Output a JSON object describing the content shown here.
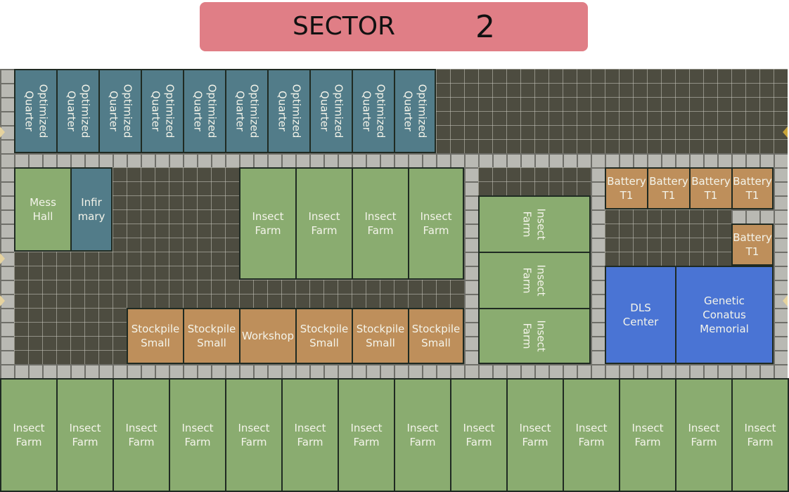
{
  "header": {
    "label": "SECTOR",
    "number": "2",
    "color": "#e07e86"
  },
  "colors": {
    "floor": "#4d4c40",
    "corridor": "#b9b9b3",
    "farm": "#8aac70",
    "quarters": "#527c89",
    "storage": "#be8f5b",
    "special": "#4a74d4"
  },
  "rooms": {
    "quarters": [
      "Optimized\nQuarter",
      "Optimized\nQuarter",
      "Optimized\nQuarter",
      "Optimized\nQuarter",
      "Optimized\nQuarter",
      "Optimized\nQuarter",
      "Optimized\nQuarter",
      "Optimized\nQuarter",
      "Optimized\nQuarter",
      "Optimized\nQuarter"
    ],
    "mess_hall": "Mess\nHall",
    "infirmary": "Infir\nmary",
    "mid_farms": [
      "Insect\nFarm",
      "Insect\nFarm",
      "Insect\nFarm",
      "Insect\nFarm"
    ],
    "side_farms": [
      "Insect\nFarm",
      "Insect\nFarm",
      "Insect\nFarm"
    ],
    "storage_row": [
      "Stockpile\nSmall",
      "Stockpile\nSmall",
      "Workshop",
      "Stockpile\nSmall",
      "Stockpile\nSmall",
      "Stockpile\nSmall"
    ],
    "batteries": [
      "Battery\nT1",
      "Battery\nT1",
      "Battery\nT1",
      "Battery\nT1",
      "Battery\nT1"
    ],
    "dls_center": "DLS\nCenter",
    "memorial": "Genetic\nConatus\nMemorial",
    "bottom_farms": [
      "Insect\nFarm",
      "Insect\nFarm",
      "Insect\nFarm",
      "Insect\nFarm",
      "Insect\nFarm",
      "Insect\nFarm",
      "Insect\nFarm",
      "Insect\nFarm",
      "Insect\nFarm",
      "Insect\nFarm",
      "Insect\nFarm",
      "Insect\nFarm",
      "Insect\nFarm",
      "Insect\nFarm"
    ]
  }
}
